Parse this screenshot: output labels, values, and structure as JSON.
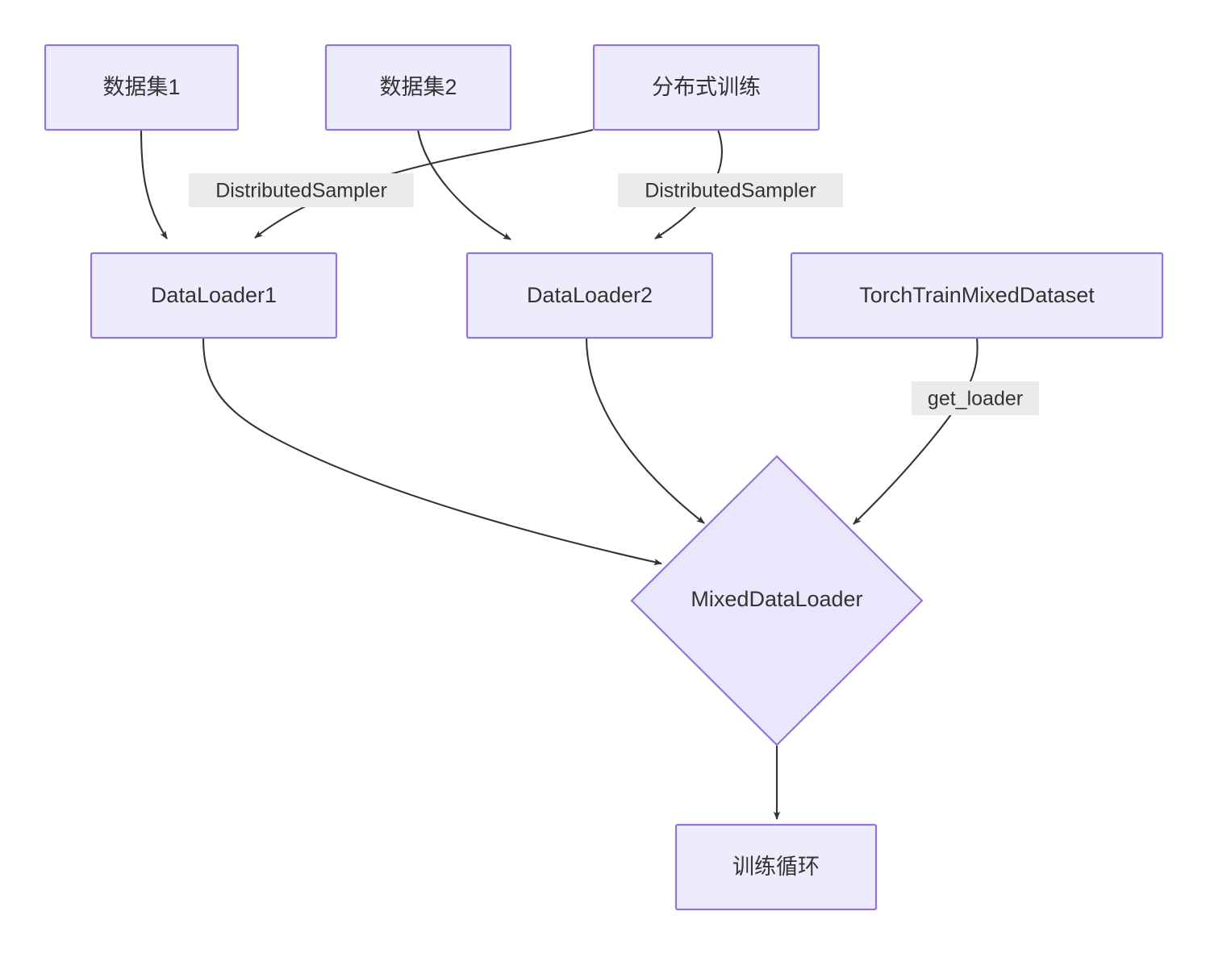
{
  "diagram": {
    "type": "flowchart",
    "direction": "top-down",
    "theme": {
      "background": "#ffffff",
      "node_fill": "#ececfc",
      "node_stroke": "#9673d8",
      "node_text": "#333333",
      "edge_stroke": "#333333",
      "edge_label_bg": "#ebebeb",
      "edge_label_text": "#333333"
    },
    "nodes": [
      {
        "id": "dataset1",
        "label": "数据集1",
        "shape": "rect"
      },
      {
        "id": "dataset2",
        "label": "数据集2",
        "shape": "rect"
      },
      {
        "id": "distributed",
        "label": "分布式训练",
        "shape": "rect"
      },
      {
        "id": "dataloader1",
        "label": "DataLoader1",
        "shape": "rect"
      },
      {
        "id": "dataloader2",
        "label": "DataLoader2",
        "shape": "rect"
      },
      {
        "id": "mixeddataset",
        "label": "TorchTrainMixedDataset",
        "shape": "rect"
      },
      {
        "id": "mixedloader",
        "label": "MixedDataLoader",
        "shape": "diamond"
      },
      {
        "id": "trainloop",
        "label": "训练循环",
        "shape": "rect"
      }
    ],
    "edges": [
      {
        "from": "dataset1",
        "to": "dataloader1",
        "label": ""
      },
      {
        "from": "dataset2",
        "to": "dataloader2",
        "label": ""
      },
      {
        "from": "distributed",
        "to": "dataloader1",
        "label": "DistributedSampler"
      },
      {
        "from": "distributed",
        "to": "dataloader2",
        "label": "DistributedSampler"
      },
      {
        "from": "dataloader1",
        "to": "mixedloader",
        "label": ""
      },
      {
        "from": "dataloader2",
        "to": "mixedloader",
        "label": ""
      },
      {
        "from": "mixeddataset",
        "to": "mixedloader",
        "label": "get_loader"
      },
      {
        "from": "mixedloader",
        "to": "trainloop",
        "label": ""
      }
    ],
    "edge_labels": [
      {
        "id": "label-sampler-1",
        "text": "DistributedSampler"
      },
      {
        "id": "label-sampler-2",
        "text": "DistributedSampler"
      },
      {
        "id": "label-get-loader",
        "text": "get_loader"
      }
    ]
  }
}
